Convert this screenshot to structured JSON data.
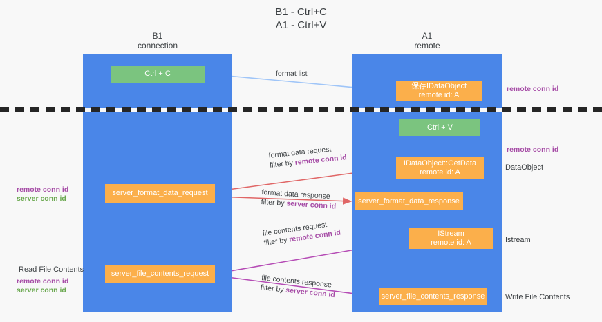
{
  "title": "B1 - Ctrl+C\nA1 - Ctrl+V",
  "columns": [
    {
      "name": "B1",
      "role": "connection",
      "label": "B1\nconnection"
    },
    {
      "name": "A1",
      "role": "remote",
      "label": "A1\nremote"
    }
  ],
  "nodes": {
    "ctrl_c": "Ctrl + C",
    "idataobject": "保存IDataObject\nremote id: A",
    "ctrl_v": "Ctrl + V",
    "getdata": "IDataObject::GetData\nremote id: A",
    "server_format_data_request": "server_format_data_request",
    "server_format_data_response": "server_format_data_response",
    "istream": "IStream\nremote id: A",
    "server_file_contents_request": "server_file_contents_request",
    "server_file_contents_response": "server_file_contents_response"
  },
  "side_labels": {
    "dataobject": "DataObject",
    "istream": "Istream",
    "write_file_contents": "Write File Contents",
    "read_file_contents": "Read File Contents"
  },
  "conn_ids": {
    "remote": "remote conn id",
    "server": "server conn id"
  },
  "edges": {
    "format_list": "format list",
    "format_data_request": "format data request",
    "format_data_request_filter_prefix": "filter by ",
    "format_data_request_filter_value": "remote conn id",
    "format_data_response": "format data response",
    "format_data_response_filter_prefix": "filter by ",
    "format_data_response_filter_value": "server conn id",
    "file_contents_request": "file contents request",
    "file_contents_request_filter_prefix": "filter by ",
    "file_contents_request_filter_value": "remote conn id",
    "file_contents_response": "file contents response",
    "file_contents_response_filter_prefix": "filter by ",
    "file_contents_response_filter_value": "server conn id"
  },
  "colors": {
    "background": "#f8f8f8",
    "lane": "#4a86e8",
    "node_green": "#7bc47f",
    "node_orange": "#fbaf4b",
    "remote_conn_id": "#a64ca6",
    "server_conn_id": "#6aa84f",
    "arrow_format_list": "#9fc5f8",
    "arrow_format_data": "#e06666",
    "arrow_file_contents": "#b54bb5",
    "arrow_internal": "#1a1a1a",
    "divider": "#262626"
  }
}
